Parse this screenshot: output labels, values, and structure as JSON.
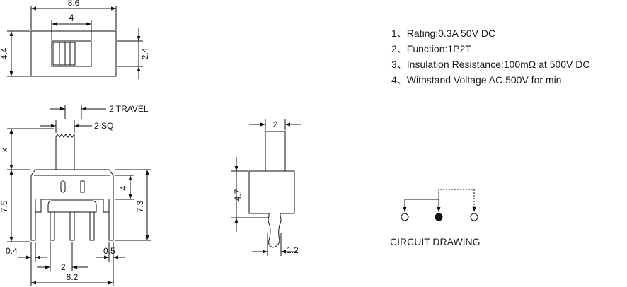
{
  "top_view": {
    "width": "8.6",
    "actuator_width": "4",
    "height": "4.4",
    "body_height": "2.4"
  },
  "side_view": {
    "travel": "2 TRAVEL",
    "sq": "2 SQ",
    "x": "x",
    "height_left": "7.5",
    "height_right": "7.3",
    "window": "4",
    "pin_left": "0.4",
    "pin_right": "0.5",
    "pitch": "2",
    "width": "8.2"
  },
  "end_view": {
    "top_width": "2",
    "height": "4.7",
    "pin_width": "1.2"
  },
  "specs": [
    "1、Rating:0.3A 50V DC",
    "2、Function:1P2T",
    "3、Insulation Resistance:100mΩ at 500V DC",
    "4、Withstand Voltage AC 500V for min"
  ],
  "circuit": {
    "title": "CIRCUIT DRAWING"
  }
}
